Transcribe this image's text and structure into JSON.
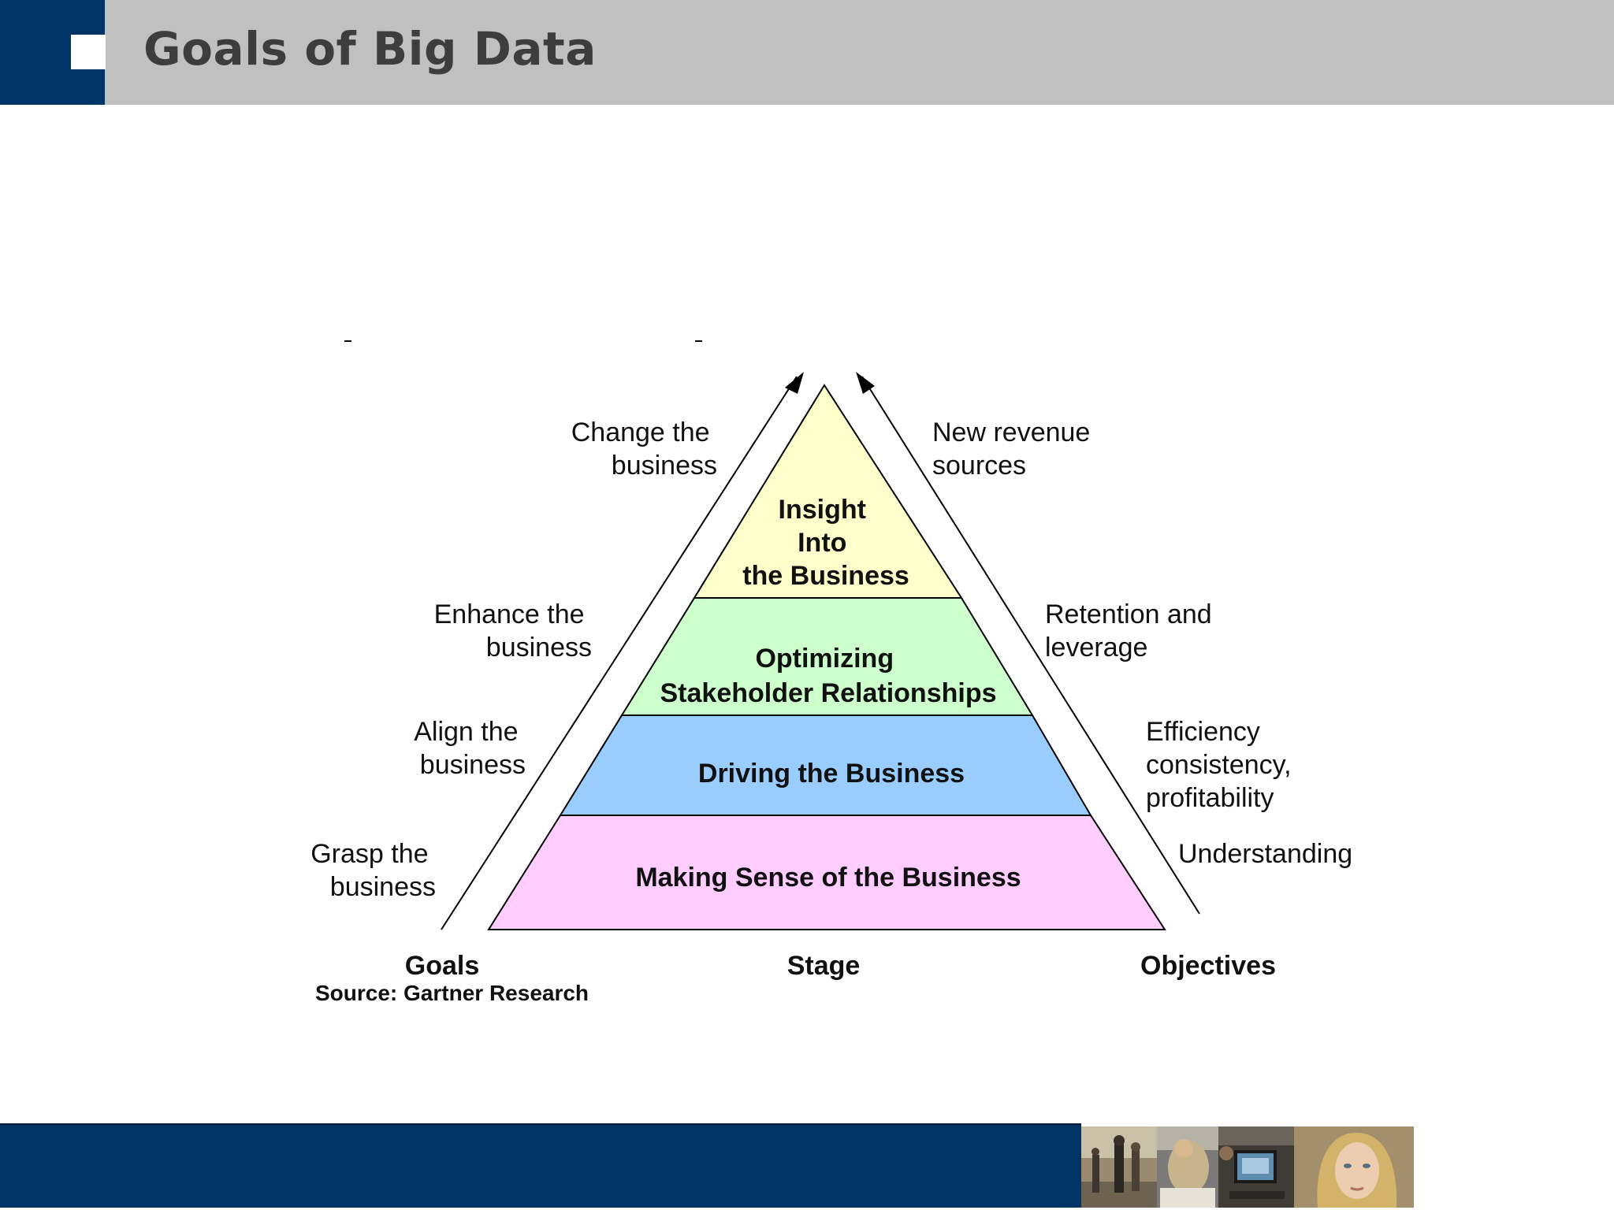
{
  "slide": {
    "title": "Goals of Big Data"
  },
  "pyramid": {
    "stages": [
      {
        "label_lines": [
          "Insight",
          "Into",
          "the Business"
        ],
        "color": "#ffffcc"
      },
      {
        "label_lines": [
          "Optimizing",
          "Stakeholder Relationships"
        ],
        "color": "#ccffcc"
      },
      {
        "label_lines": [
          "Driving the Business"
        ],
        "color": "#99ccff"
      },
      {
        "label_lines": [
          "Making Sense of the Business"
        ],
        "color": "#ffccff"
      }
    ],
    "goals": [
      [
        "Change the",
        "business"
      ],
      [
        "Enhance the",
        "business"
      ],
      [
        "Align the",
        "business"
      ],
      [
        "Grasp the",
        "business"
      ]
    ],
    "objectives": [
      [
        "New revenue",
        "sources"
      ],
      [
        "Retention and",
        "leverage"
      ],
      [
        "Efficiency",
        "consistency,",
        "profitability"
      ],
      [
        "Understanding"
      ]
    ],
    "axis_labels": {
      "goals": "Goals",
      "stage": "Stage",
      "objectives": "Objectives"
    },
    "source": "Source: Gartner Research"
  },
  "colors": {
    "brand_navy": "#003366",
    "header_gray": "#c0c0c0"
  }
}
